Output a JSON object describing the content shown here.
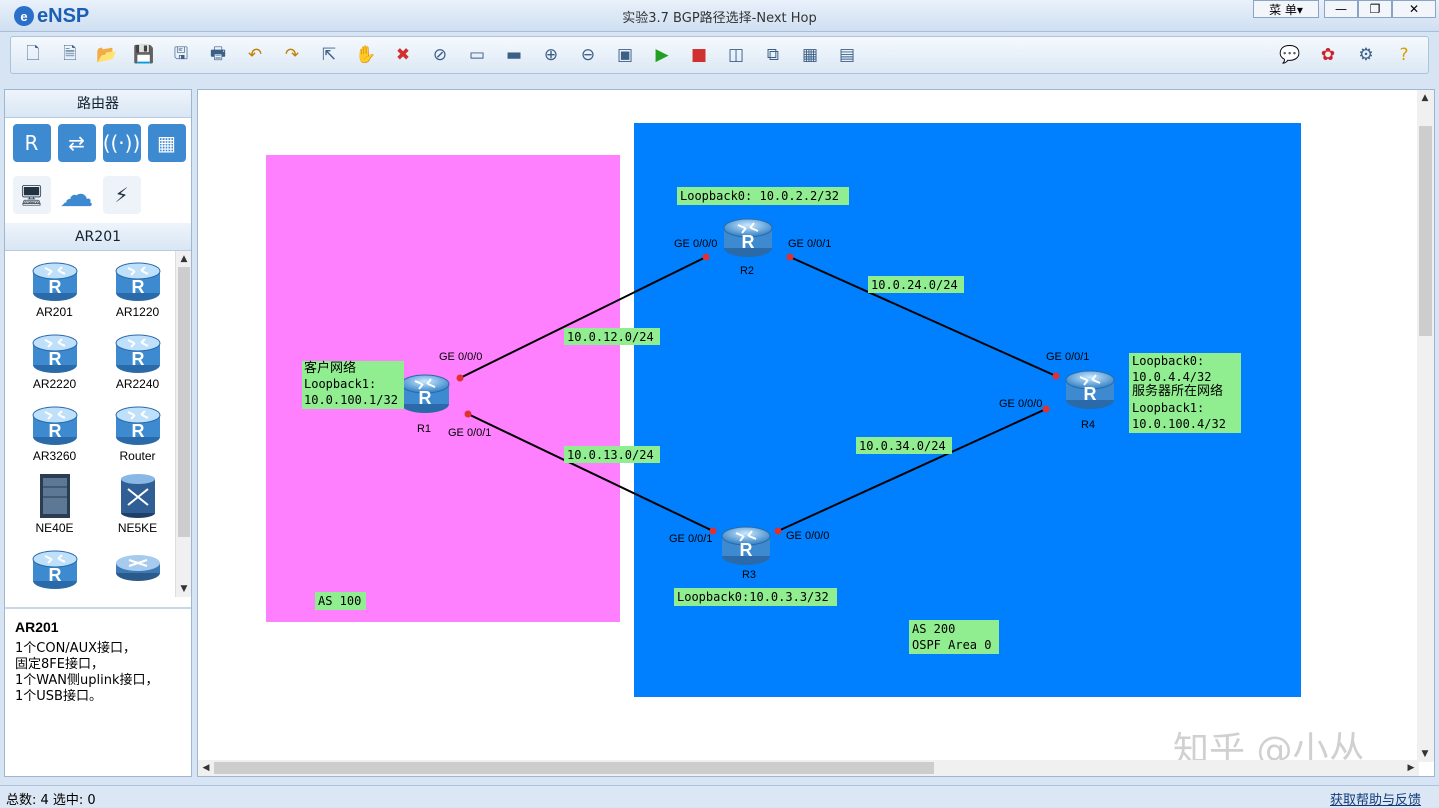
{
  "app": {
    "logo": "eNSP",
    "window_title": "实验3.7 BGP路径选择-Next Hop",
    "menu_label": "菜 单▾"
  },
  "window_controls": {
    "minimize": "—",
    "maximize": "❐",
    "close": "✕"
  },
  "toolbar": {
    "left": [
      "new-topology-icon",
      "new-device-icon",
      "open-icon",
      "save-icon",
      "save-as-icon",
      "print-icon",
      "undo-icon",
      "redo-icon",
      "select-icon",
      "pan-icon",
      "delete-icon",
      "delete-link-icon",
      "text-icon",
      "rectangle-icon",
      "zoom-in-icon",
      "zoom-out-icon",
      "fit-icon",
      "start-icon",
      "stop-icon",
      "capture-icon",
      "topology-icon",
      "grid-icon",
      "terminal-icon"
    ],
    "right": [
      "chat-icon",
      "huawei-icon",
      "settings-icon",
      "help-icon"
    ]
  },
  "sidebar": {
    "category_title": "路由器",
    "categories": [
      "router-icon",
      "switch-icon",
      "wireless-icon",
      "firewall-icon",
      "pc-icon",
      "cloud-icon",
      "other-device-icon"
    ],
    "device_title": "AR201",
    "devices": [
      {
        "label": "AR201",
        "kind": "router"
      },
      {
        "label": "AR1220",
        "kind": "router"
      },
      {
        "label": "AR2220",
        "kind": "router"
      },
      {
        "label": "AR2240",
        "kind": "router"
      },
      {
        "label": "AR3260",
        "kind": "router"
      },
      {
        "label": "Router",
        "kind": "router"
      },
      {
        "label": "NE40E",
        "kind": "chassis"
      },
      {
        "label": "NE5KE",
        "kind": "ne5k"
      },
      {
        "label": "",
        "kind": "router"
      },
      {
        "label": "",
        "kind": "switchdev"
      }
    ],
    "description": {
      "title": "AR201",
      "lines": [
        "1个CON/AUX接口，",
        "固定8FE接口，",
        "1个WAN侧uplink接口，",
        "1个USB接口。"
      ]
    }
  },
  "topology": {
    "areas": [
      {
        "id": "as100",
        "color": "#ff80ff"
      },
      {
        "id": "as200",
        "color": "#0080ff"
      }
    ],
    "routers": [
      {
        "id": "R1",
        "label": "R1"
      },
      {
        "id": "R2",
        "label": "R2"
      },
      {
        "id": "R3",
        "label": "R3"
      },
      {
        "id": "R4",
        "label": "R4"
      }
    ],
    "links": [
      {
        "from": "R1",
        "to": "R2",
        "from_port": "GE 0/0/0",
        "to_port": "GE 0/0/0",
        "subnet": "10.0.12.0/24"
      },
      {
        "from": "R1",
        "to": "R3",
        "from_port": "GE 0/0/1",
        "to_port": "GE 0/0/1",
        "subnet": "10.0.13.0/24"
      },
      {
        "from": "R2",
        "to": "R4",
        "from_port": "GE 0/0/1",
        "to_port": "GE 0/0/1",
        "subnet": "10.0.24.0/24"
      },
      {
        "from": "R3",
        "to": "R4",
        "from_port": "GE 0/0/0",
        "to_port": "GE 0/0/0",
        "subnet": "10.0.34.0/24"
      }
    ],
    "labels": {
      "r1_info": [
        "客户网络",
        "Loopback1:",
        "10.0.100.1/32"
      ],
      "r2_loopback": "Loopback0: 10.0.2.2/32",
      "r3_loopback": "Loopback0:10.0.3.3/32",
      "r4_info": [
        "Loopback0:",
        "10.0.4.4/32",
        "服务器所在网络",
        "Loopback1:",
        "10.0.100.4/32"
      ],
      "as100": "AS 100",
      "as200": [
        "AS 200",
        "OSPF Area 0"
      ]
    },
    "label_bg": "#90ee90",
    "port_dot_color": "#e03030"
  },
  "watermark": "知乎 @小丛",
  "status": {
    "left": "总数: 4  选中: 0",
    "right": "获取帮助与反馈"
  }
}
